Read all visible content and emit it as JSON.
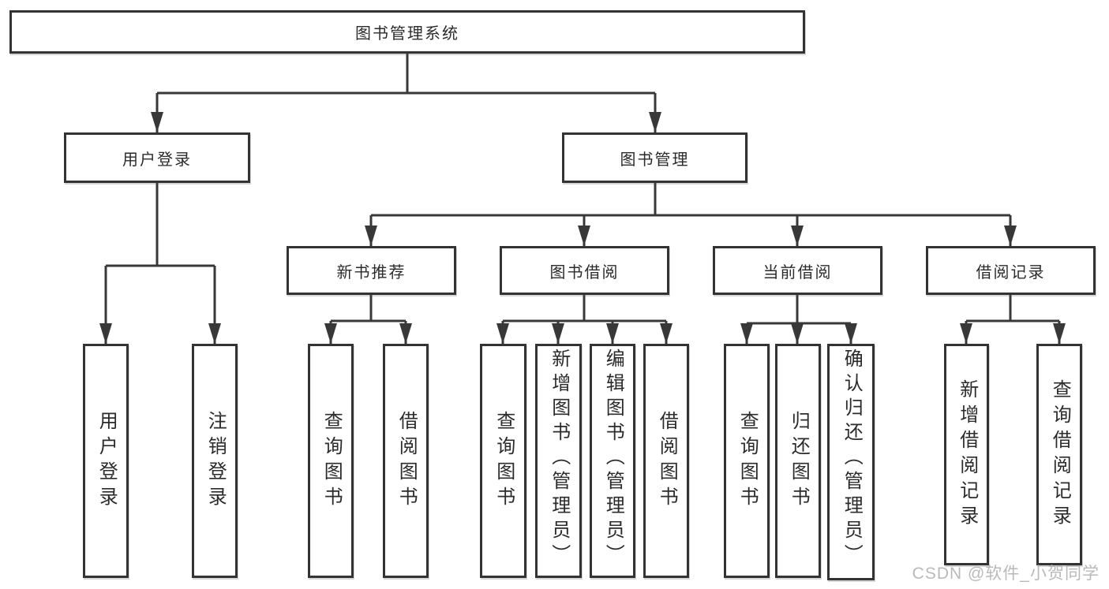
{
  "diagram_type": "functional-structure-tree",
  "colors": {
    "background": "#ffffff",
    "line": "#383838",
    "box_border": "#333333",
    "text": "#2b2b2b",
    "watermark": "#b4b4b4"
  },
  "tree": {
    "root": {
      "label": "图书管理系统",
      "children": [
        {
          "label": "用户登录",
          "children": [
            {
              "label": "用户登录"
            },
            {
              "label": "注销登录"
            }
          ]
        },
        {
          "label": "图书管理",
          "children": [
            {
              "label": "新书推荐",
              "children": [
                {
                  "label": "查询图书"
                },
                {
                  "label": "借阅图书"
                }
              ]
            },
            {
              "label": "图书借阅",
              "children": [
                {
                  "label": "查询图书"
                },
                {
                  "label": "新增图书（管理员）"
                },
                {
                  "label": "编辑图书（管理员）"
                },
                {
                  "label": "借阅图书"
                }
              ]
            },
            {
              "label": "当前借阅",
              "children": [
                {
                  "label": "查询图书"
                },
                {
                  "label": "归还图书"
                },
                {
                  "label": "确认归还（管理员）"
                }
              ]
            },
            {
              "label": "借阅记录",
              "children": [
                {
                  "label": "新增借阅记录"
                },
                {
                  "label": "查询借阅记录"
                }
              ]
            }
          ]
        }
      ]
    }
  },
  "watermark": {
    "text": "CSDN @软件_小贺同学"
  }
}
